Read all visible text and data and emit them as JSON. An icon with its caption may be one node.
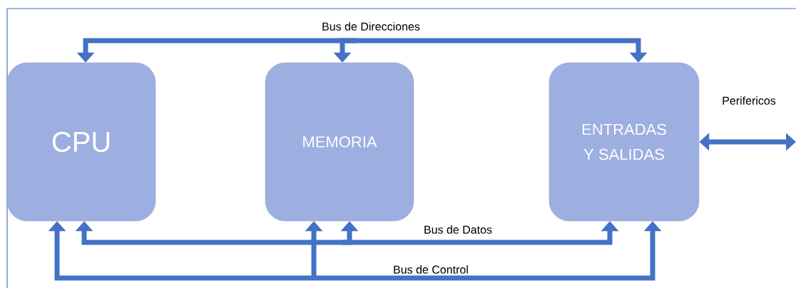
{
  "diagram": {
    "nodes": [
      {
        "text": [
          "CPU"
        ]
      },
      {
        "text": [
          "MEMORIA"
        ]
      },
      {
        "text": [
          "ENTRADAS Y SALIDAS"
        ]
      }
    ],
    "edges": [
      {
        "from": null,
        "to": 0,
        "arrow": "to"
      },
      {
        "from": null,
        "to": 1,
        "arrow": "to"
      },
      {
        "from": null,
        "to": 2,
        "arrow": "to"
      },
      {
        "from": null,
        "to": 0,
        "arrow": "to"
      },
      {
        "from": null,
        "to": 1,
        "arrow": "to"
      },
      {
        "from": null,
        "to": 2,
        "arrow": "to"
      },
      {
        "from": null,
        "to": 0,
        "arrow": "to"
      },
      {
        "from": null,
        "to": 1,
        "arrow": "to"
      },
      {
        "from": null,
        "to": 2,
        "arrow": "to"
      },
      {
        "from": 2,
        "to": null,
        "arrow": "both",
        "label": "Perifericos"
      }
    ],
    "labels": [
      "Bus de Direcciones",
      "Bus de Datos",
      "Bus de Control"
    ]
  }
}
